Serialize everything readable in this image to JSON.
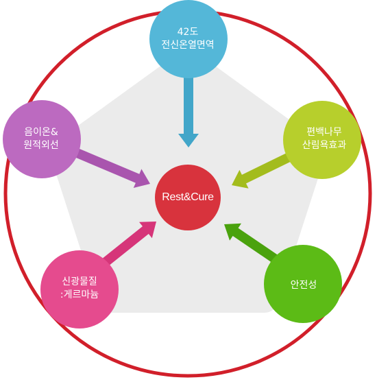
{
  "center": {
    "label": "Rest&Cure",
    "color": "#d8333d"
  },
  "ring_color": "#d11f2a",
  "backdrop_color": "#ebebeb",
  "nodes": [
    {
      "id": "top",
      "lines": [
        "42도",
        "전신온열면역"
      ],
      "color": "#54b7d8",
      "shade": "#42a6c9"
    },
    {
      "id": "right",
      "lines": [
        "편백나무",
        "산림욕효과"
      ],
      "color": "#b7cf2c",
      "shade": "#a3bc1d"
    },
    {
      "id": "bottom-right",
      "lines": [
        "안전성"
      ],
      "color": "#5cbb16",
      "shade": "#4aa20d"
    },
    {
      "id": "bottom-left",
      "lines": [
        "신광물질",
        ":게르마늄"
      ],
      "color": "#e54b8e",
      "shade": "#d63579"
    },
    {
      "id": "left",
      "lines": [
        "음이온&",
        "원적외선"
      ],
      "color": "#bc6ac0",
      "shade": "#a955ae"
    }
  ]
}
